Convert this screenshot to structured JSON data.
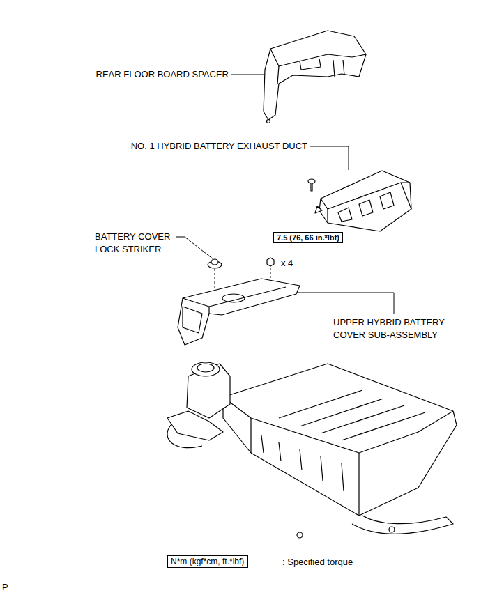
{
  "diagram": {
    "nodes": [
      {
        "text": [
          "7.5 (76, 66 in.*lbf)"
        ]
      },
      {
        "text": [
          "N*m (kgf*cm, ft.*lbf)"
        ]
      }
    ],
    "labels": [
      "REAR FLOOR BOARD SPACER",
      "NO. 1 HYBRID BATTERY EXHAUST DUCT",
      "BATTERY COVER LOCK STRIKER",
      "x 4",
      "UPPER HYBRID BATTERY COVER SUB-ASSEMBLY",
      ": Specified torque",
      "P"
    ]
  }
}
